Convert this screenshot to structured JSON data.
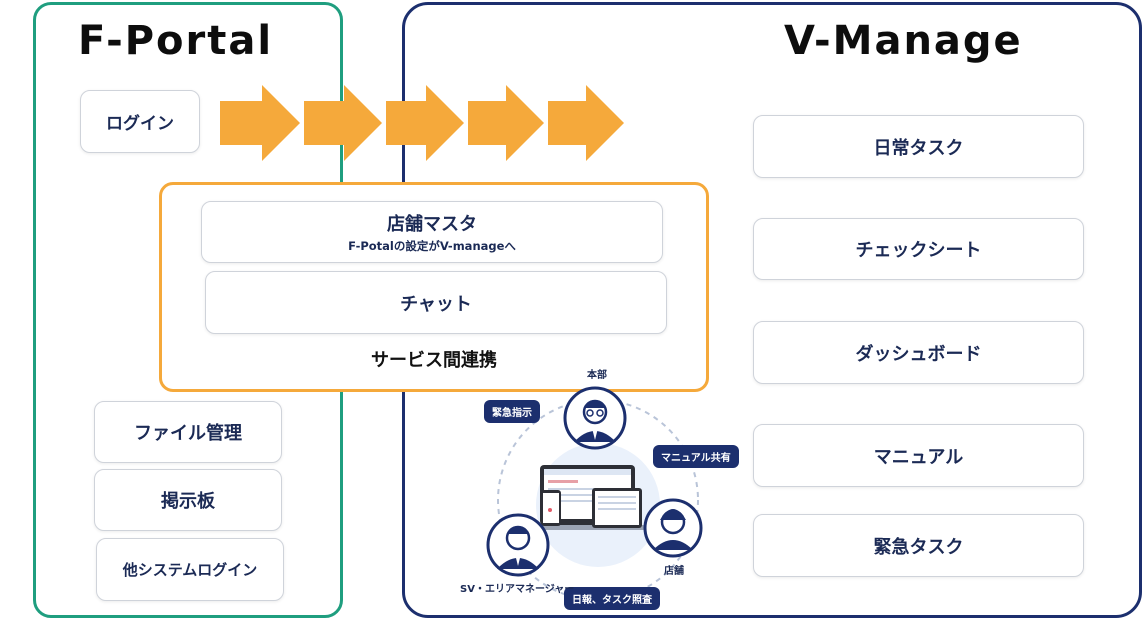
{
  "fportal": {
    "title": "F-Portal",
    "login": "ログイン",
    "file_mgmt": "ファイル管理",
    "board": "掲示板",
    "other_login": "他システムログイン"
  },
  "vmanage": {
    "title": "V-Manage",
    "items": [
      "日常タスク",
      "チェックシート",
      "ダッシュボード",
      "マニュアル",
      "緊急タスク"
    ]
  },
  "service": {
    "store_master": "店舗マスタ",
    "store_master_sub": "F-Potalの設定がV-manageへ",
    "chat": "チャット",
    "label": "サービス間連携"
  },
  "illustration": {
    "hq": "本部",
    "store": "店舗",
    "sv": "SV・エリアマネージャー",
    "bubble_emergency": "緊急指示",
    "bubble_manual": "マニュアル共有",
    "bubble_report": "日報、タスク照査"
  },
  "colors": {
    "fportal_border": "#1f9e7f",
    "vmanage_border": "#1c2f6e",
    "service_border": "#f5a93b",
    "arrow": "#f5a93b",
    "text_navy": "#1b2a55"
  }
}
